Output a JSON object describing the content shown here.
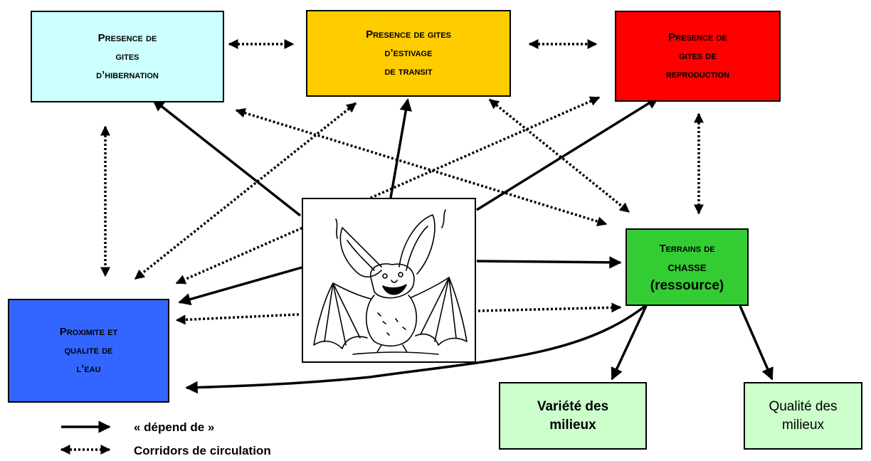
{
  "colors": {
    "hibernation": "#ccffff",
    "estivage": "#ffcc00",
    "reproduction": "#ff0000",
    "eau": "#3366ff",
    "chasse": "#33cc33",
    "milieux": "#ccffcc"
  },
  "boxes": {
    "hibernation": {
      "line1": "Presence de",
      "line2": "gites",
      "line3": "d’hibernation"
    },
    "estivage": {
      "line1": "Presence de gites",
      "line2": "d’estivage",
      "line3": "de transit"
    },
    "reproduction": {
      "line1": "Presence de",
      "line2": "gites de",
      "line3": "reproduction"
    },
    "eau": {
      "line1": "Proximite et",
      "line2": "qualite de",
      "line3": "l’eau"
    },
    "chasse": {
      "line1": "Terrains de",
      "line2": "chasse",
      "line3": "(ressource)"
    },
    "variete": {
      "line1": "Variété des",
      "line2": "milieux"
    },
    "qualite": {
      "line1": "Qualité des",
      "line2": "milieux"
    }
  },
  "center_image": "bat-illustration",
  "legend": {
    "depend": "« dépend de »",
    "corridor": "Corridors de circulation"
  }
}
